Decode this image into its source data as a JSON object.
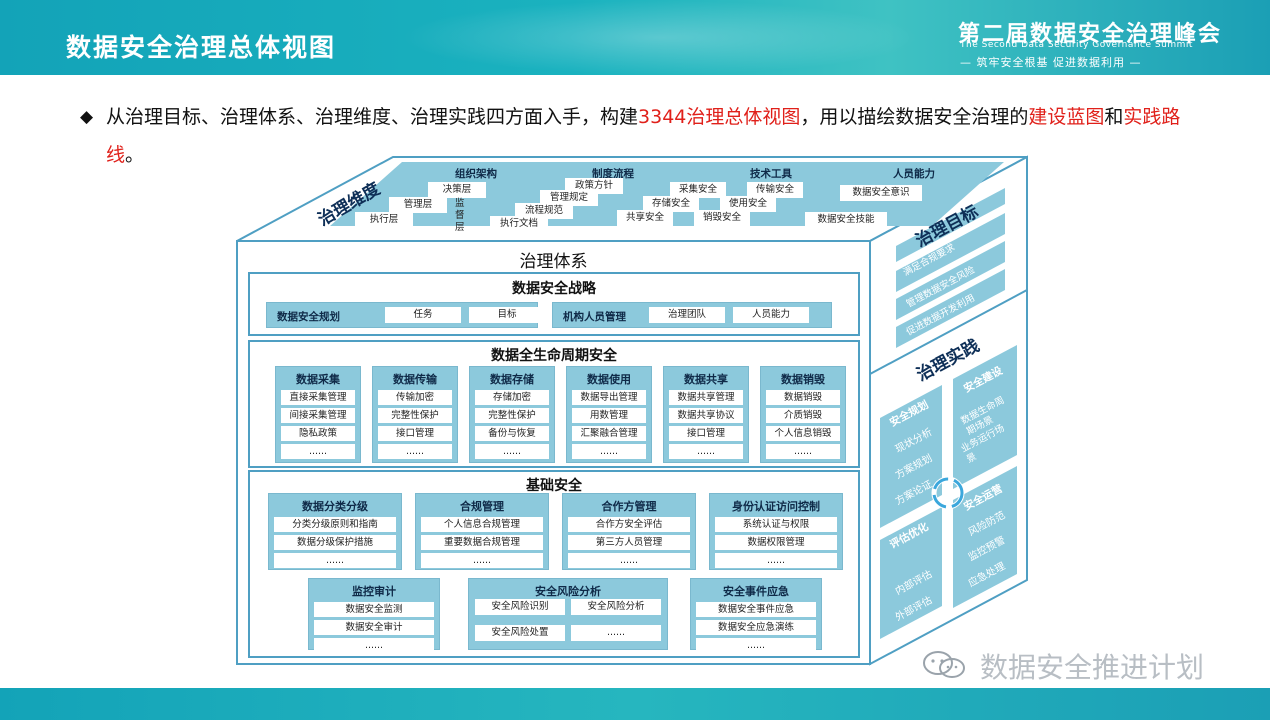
{
  "header": {
    "title": "数据安全治理总体视图",
    "summit_name": "第二届数据安全治理峰会",
    "summit_en": "The Second Data Security Governance Summit",
    "summit_slogan": "— 筑牢安全根基  促进数据利用 —"
  },
  "intro": {
    "bullet": "◆",
    "p1": "从治理目标、治理体系、治理维度、治理实践四方面入手，构建",
    "p2": "3344治理总体视图",
    "p3": "，用以描绘数据安全治理的",
    "p4": "建设蓝图",
    "p5": "和",
    "p6": "实践路线",
    "p7": "。"
  },
  "dimension": {
    "label": "治理维度",
    "org": {
      "title": "组织架构",
      "items": [
        "决策层",
        "管理层",
        "执行层",
        "监督层"
      ]
    },
    "process": {
      "title": "制度流程",
      "items": [
        "政策方针",
        "管理规定",
        "流程规范",
        "执行文档"
      ]
    },
    "tech": {
      "title": "技术工具",
      "items": [
        "采集安全",
        "传输安全",
        "存储安全",
        "使用安全",
        "共享安全",
        "销毁安全"
      ]
    },
    "people": {
      "title": "人员能力",
      "items": [
        "数据安全意识",
        "数据安全技能"
      ]
    }
  },
  "goals": {
    "label": "治理目标",
    "items": [
      "满足合规要求",
      "管理数据安全风险",
      "促进数据开发利用"
    ]
  },
  "practice": {
    "label": "治理实践",
    "planning": {
      "title": "安全规划",
      "items": [
        "现状分析",
        "方案规划",
        "方案论证"
      ]
    },
    "construction": {
      "title": "安全建设",
      "items": [
        "数据生命周期场景",
        "业务运行场景"
      ]
    },
    "operation": {
      "title": "安全运营",
      "items": [
        "风险防范",
        "监控预警",
        "应急处理"
      ]
    },
    "evaluation": {
      "title": "评估优化",
      "items": [
        "内部评估",
        "外部评估"
      ]
    }
  },
  "system": {
    "label": "治理体系",
    "strategy": {
      "title": "数据安全战略",
      "planning_label": "数据安全规划",
      "planning_items": [
        "任务",
        "目标"
      ],
      "org_label": "机构人员管理",
      "org_items": [
        "治理团队",
        "人员能力"
      ]
    },
    "lifecycle": {
      "title": "数据全生命周期安全",
      "cards": [
        {
          "title": "数据采集",
          "items": [
            "直接采集管理",
            "间接采集管理",
            "隐私政策",
            "......"
          ]
        },
        {
          "title": "数据传输",
          "items": [
            "传输加密",
            "完整性保护",
            "接口管理",
            "......"
          ]
        },
        {
          "title": "数据存储",
          "items": [
            "存储加密",
            "完整性保护",
            "备份与恢复",
            "......"
          ]
        },
        {
          "title": "数据使用",
          "items": [
            "数据导出管理",
            "用数管理",
            "汇聚融合管理",
            "......"
          ]
        },
        {
          "title": "数据共享",
          "items": [
            "数据共享管理",
            "数据共享协议",
            "接口管理",
            "......"
          ]
        },
        {
          "title": "数据销毁",
          "items": [
            "数据销毁",
            "介质销毁",
            "个人信息销毁",
            "......"
          ]
        }
      ]
    },
    "foundation": {
      "title": "基础安全",
      "row1": [
        {
          "title": "数据分类分级",
          "items": [
            "分类分级原则和指南",
            "数据分级保护措施",
            "......"
          ]
        },
        {
          "title": "合规管理",
          "items": [
            "个人信息合规管理",
            "重要数据合规管理",
            "......"
          ]
        },
        {
          "title": "合作方管理",
          "items": [
            "合作方安全评估",
            "第三方人员管理",
            "......"
          ]
        },
        {
          "title": "身份认证访问控制",
          "items": [
            "系统认证与权限",
            "数据权限管理",
            "......"
          ]
        }
      ],
      "audit": {
        "title": "监控审计",
        "items": [
          "数据安全监测",
          "数据安全审计",
          "......"
        ]
      },
      "risk": {
        "title": "安全风险分析",
        "items": [
          "安全风险识别",
          "安全风险分析",
          "安全风险处置",
          "......"
        ]
      },
      "incident": {
        "title": "安全事件应急",
        "items": [
          "数据安全事件应急",
          "数据安全应急演练",
          "......"
        ]
      }
    }
  },
  "watermark": "数据安全推进计划",
  "colors": {
    "header": "#1ab2bf",
    "card": "#8cc9dc",
    "border": "#4f9fc3",
    "red": "#e0201a"
  }
}
